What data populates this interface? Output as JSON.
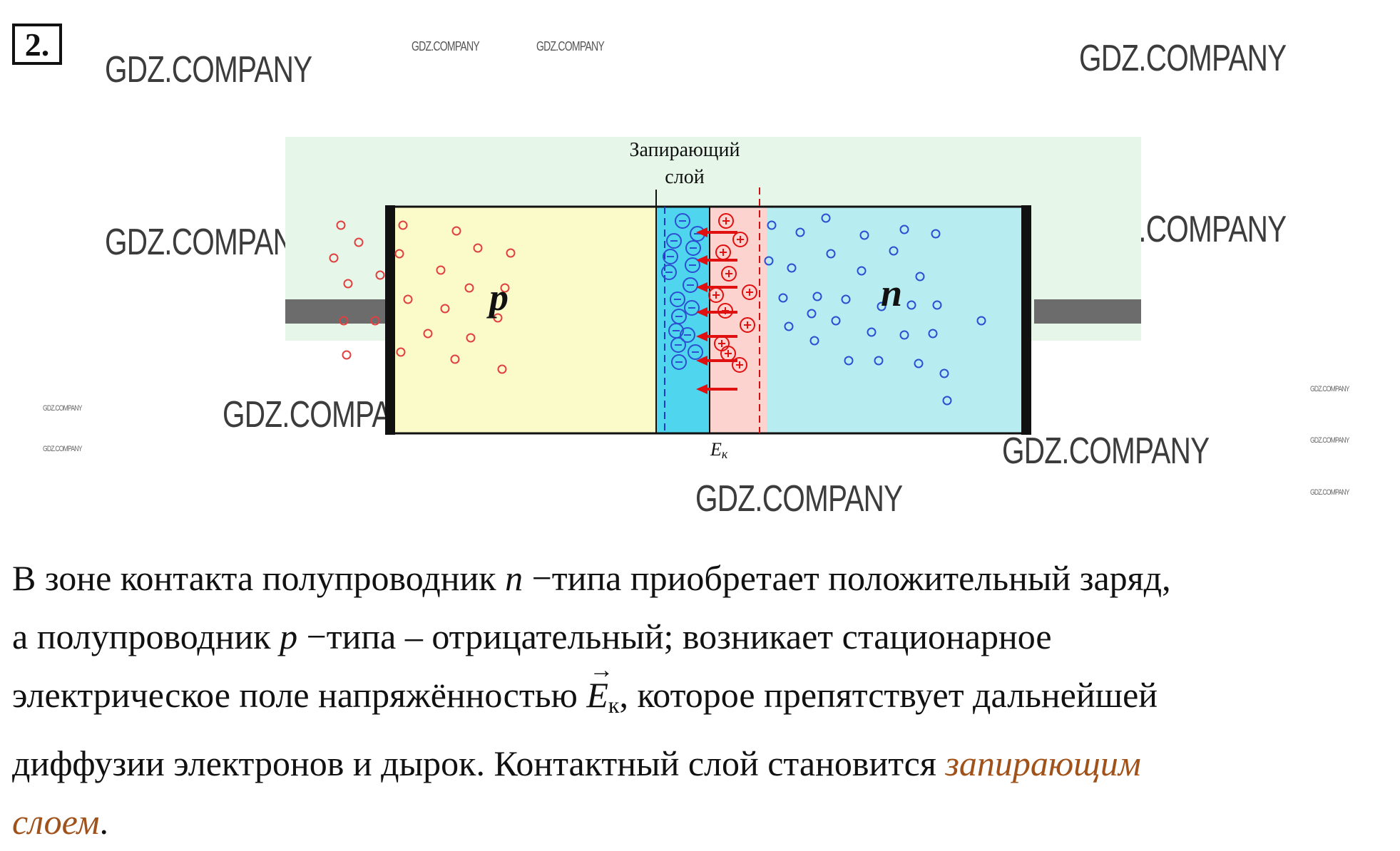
{
  "problem": {
    "number": "2."
  },
  "watermark": "GDZ.COMPANY",
  "figure": {
    "barrier_label_line1": "Запирающий",
    "barrier_label_line2": "слой",
    "p_label": "p",
    "n_label": "n",
    "field_label": "E",
    "field_subscript": "к",
    "colors": {
      "p_region": "#fbfbc9",
      "n_region": "#b7ecf0",
      "minus_layer": "#4fd6ee",
      "plus_layer": "#fcd3cf",
      "background": "#e6f7e9",
      "hole": "#e04040",
      "electron": "#2b4fd0",
      "arrow": "#e01010"
    }
  },
  "text": {
    "line1_a": "В зоне контакта полупроводник ",
    "line1_n": "n",
    "line1_b": " −типа приобретает положительный заряд,",
    "line2_a": "а полупроводник ",
    "line2_p": "p",
    "line2_b": " −типа – отрицательный; возникает стационарное",
    "line3_a": "электрическое поле напряжённостью ",
    "line3_e": "E",
    "line3_sub": "к",
    "line3_b": ", которое препятствует дальнейшей",
    "line4_a": "диффузии электронов и дырок. Контактный слой становится ",
    "line4_accent": "запирающим",
    "line5_accent": "слоем",
    "line5_end": "."
  }
}
